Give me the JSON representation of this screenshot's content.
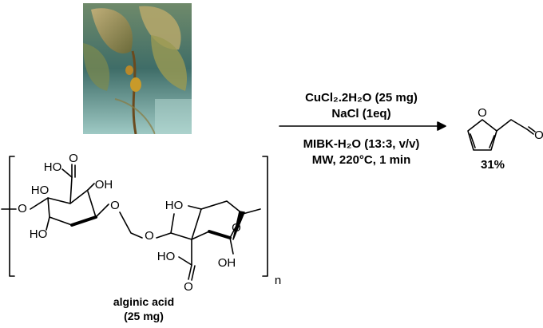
{
  "reaction": {
    "conditions_above": [
      "CuCl₂.2H₂O (25 mg)",
      "NaCl (1eq)"
    ],
    "conditions_below": [
      "MIBK-H₂O (13:3, v/v)",
      "MW, 220°C, 1 min"
    ],
    "product_yield": "31%"
  },
  "reactant": {
    "name": "alginic acid",
    "amount": "(25 mg)",
    "repeat_subscript": "n"
  },
  "atom_labels": {
    "ho": "HO",
    "oh": "OH",
    "o": "O"
  },
  "colors": {
    "ink": "#000000",
    "kelp": "#8a8a3a",
    "water": "#2f5f5a"
  }
}
